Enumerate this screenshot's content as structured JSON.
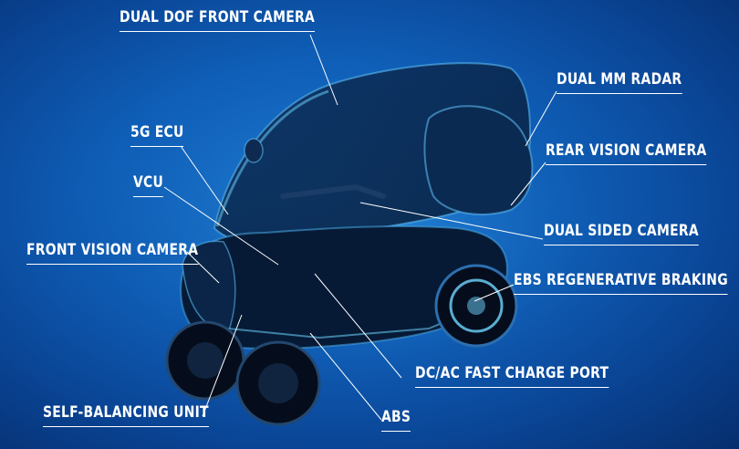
{
  "labels": {
    "dual_dof_front_camera": "DUAL DOF FRONT CAMERA",
    "dual_mm_radar": "DUAL MM RADAR",
    "ecu_5g": "5G ECU",
    "rear_vision_camera": "REAR VISION CAMERA",
    "vcu": "VCU",
    "dual_sided_camera": "DUAL SIDED CAMERA",
    "front_vision_camera": "FRONT VISION CAMERA",
    "ebs_regenerative_braking": "EBS REGENERATIVE BRAKING",
    "dc_ac_fast_charge_port": "DC/AC FAST CHARGE PORT",
    "self_balancing_unit": "SELF-BALANCING UNIT",
    "abs": "ABS"
  },
  "colors": {
    "background_center": "#1f7fd6",
    "background_edge": "#062e6e",
    "label_text": "#ffffff",
    "vehicle_glow": "#6fd6ff"
  }
}
